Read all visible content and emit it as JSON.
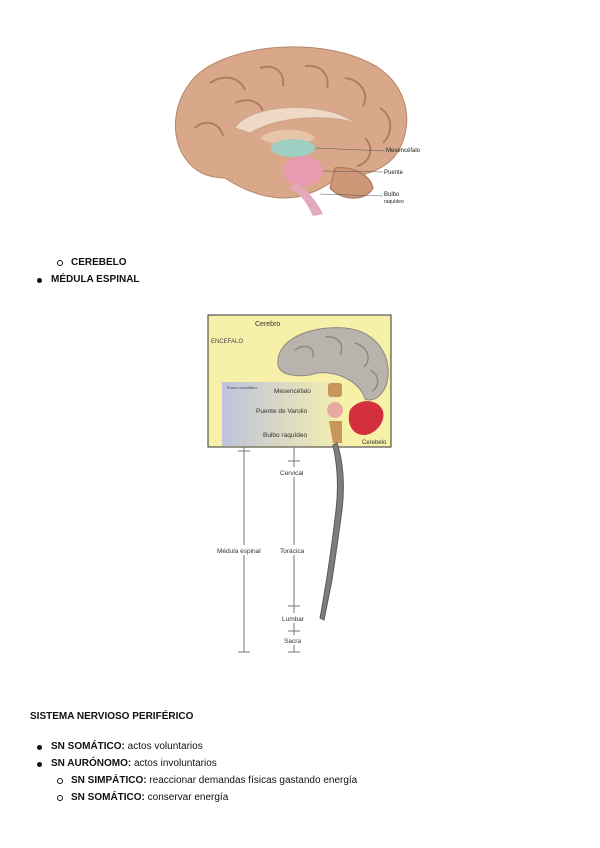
{
  "figure1": {
    "labels": {
      "mesencefalo": "Mesencéfalo",
      "puente": "Puente",
      "bulbo_line1": "Bulbo",
      "bulbo_line2": "raquídeo"
    }
  },
  "list1": [
    {
      "bullet": "circle",
      "bold": "CEREBELO",
      "text": ""
    },
    {
      "bullet": "disc",
      "bold": "MÉDULA ESPINAL",
      "text": ""
    }
  ],
  "figure2": {
    "labels": {
      "cerebro": "Cerebro",
      "encefalo": "ENCEFALO",
      "tronco": "Tronco encefálico",
      "mesencefalo": "Mesencéfalo",
      "puente": "Puente de Varolio",
      "bulbo": "Bulbo raquídeo",
      "cerebelo": "Cerebelo",
      "cervical": "Cervical",
      "medula": "Médula espinal",
      "toracica": "Torácica",
      "lumbar": "Lumbar",
      "sacra": "Sacra"
    }
  },
  "section": {
    "heading": "SISTEMA NERVIOSO PERIFÉRICO",
    "items": [
      {
        "level": 1,
        "bullet": "disc",
        "bold": "SN SOMÁTICO:",
        "text": " actos voluntarios"
      },
      {
        "level": 1,
        "bullet": "disc",
        "bold": "SN AURÓNOMO:",
        "text": " actos involuntarios"
      },
      {
        "level": 2,
        "bullet": "circle",
        "bold": "SN SIMPÁTICO:",
        "text": " reaccionar demandas físicas gastando energía"
      },
      {
        "level": 2,
        "bullet": "circle",
        "bold": "SN SOMÁTICO:",
        "text": " conservar energía"
      }
    ]
  }
}
